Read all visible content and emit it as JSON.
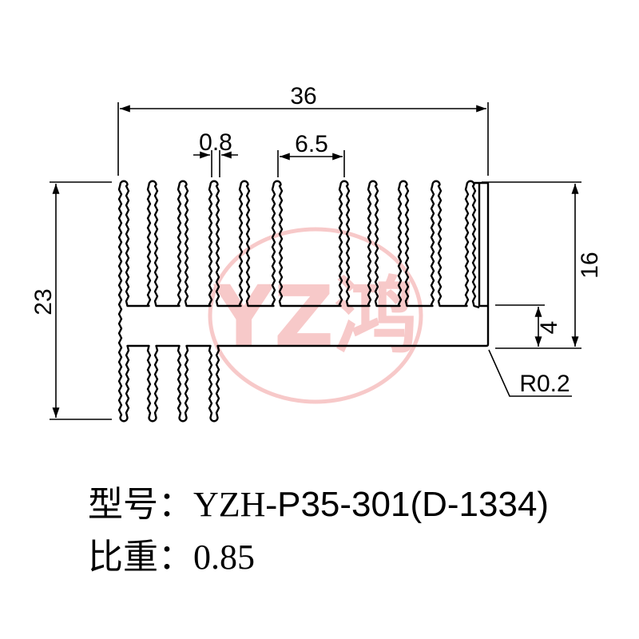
{
  "dimensions": {
    "width_total": "36",
    "fin_thickness": "0.8",
    "fin_pitch": "6.5",
    "height_total": "23",
    "upper_fin_height": "16",
    "base_thickness": "4",
    "corner_radius": "R0.2"
  },
  "watermark": {
    "text": "YZ鸿",
    "color": "#e85050"
  },
  "caption": {
    "model_label": "型号：",
    "model_prefix": "YZH-",
    "model_value": "P35-301(D-1334)",
    "gravity_label": "比重：",
    "gravity_value": "0.85"
  },
  "colors": {
    "line": "#000000",
    "background": "#ffffff"
  }
}
